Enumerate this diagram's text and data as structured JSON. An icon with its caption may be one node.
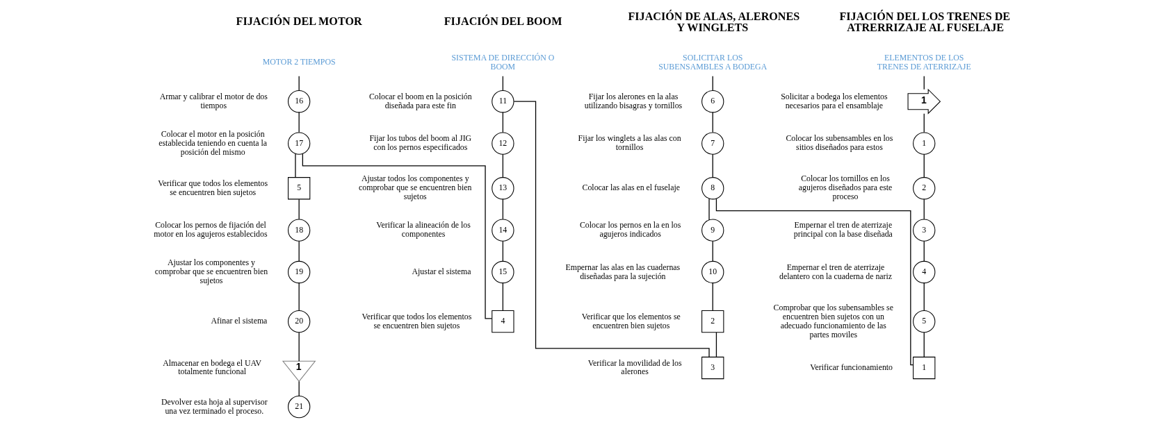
{
  "diagram": {
    "nodes": [
      {
        "text": [
          "ELEMENTOS DE LOS TRENES DE ATERRIZAJE"
        ]
      },
      {
        "text": [
          "1"
        ],
        "beside": [
          "Solicitar a bodega los elementos necesarios para el ensamblaje"
        ]
      },
      {
        "text": [
          "1"
        ],
        "beside": [
          "Colocar los subensambles en los sitios diseñados para estos"
        ]
      },
      {
        "text": [
          "2"
        ],
        "beside": [
          "Colocar los tornillos en los agujeros diseñados para este proceso"
        ]
      },
      {
        "text": [
          "3"
        ],
        "beside": [
          "Empernar el tren de aterrizaje principal con la base diseñada"
        ]
      },
      {
        "text": [
          "4"
        ],
        "beside": [
          "Empernar el tren de aterrizaje delantero con la cuaderna de nariz"
        ]
      },
      {
        "text": [
          "5"
        ],
        "beside": [
          "Comprobar que los subensambles se encuentren bien sujetos con un adecuado funcionamiento de las partes moviles"
        ]
      },
      {
        "text": [
          "1"
        ],
        "beside": [
          "Verificar funcionamiento"
        ]
      },
      {
        "text": [
          "SOLICITAR LOS SUBENSAMBLES A BODEGA"
        ]
      },
      {
        "text": [
          "6"
        ],
        "beside": [
          "Fijar los alerones en la alas utilizando bisagras y tornillos"
        ]
      },
      {
        "text": [
          "7"
        ],
        "beside": [
          "Fijar los winglets a las alas con tornillos"
        ]
      },
      {
        "text": [
          "8"
        ],
        "beside": [
          "Colocar las alas en el fuselaje"
        ]
      },
      {
        "text": [
          "9"
        ],
        "beside": [
          "Colocar los pernos en la en los agujeros indicados"
        ]
      },
      {
        "text": [
          "10"
        ],
        "beside": [
          "Empernar las alas en las cuadernas diseñadas para la sujeción"
        ]
      },
      {
        "text": [
          "2"
        ],
        "beside": [
          "Verificar que los elementos se encuentren bien sujetos"
        ]
      },
      {
        "text": [
          "3"
        ],
        "beside": [
          "Verificar la movilidad de los alerones"
        ]
      },
      {
        "text": [
          "SISTEMA DE DIRECCIÓN O BOOM"
        ]
      },
      {
        "text": [
          "11"
        ],
        "beside": [
          "Colocar el boom en la posición diseñada para este fin"
        ]
      },
      {
        "text": [
          "12"
        ],
        "beside": [
          "Fijar los tubos del boom al JIG con los pernos especificados"
        ]
      },
      {
        "text": [
          "13"
        ],
        "beside": [
          "Ajustar todos los componentes y comprobar que se encuentren bien sujetos"
        ]
      },
      {
        "text": [
          "14"
        ],
        "beside": [
          "Verificar la alineación de los componentes"
        ]
      },
      {
        "text": [
          "15"
        ],
        "beside": [
          "Ajustar el sistema"
        ]
      },
      {
        "text": [
          "4"
        ],
        "beside": [
          "Verificar que todos los elementos se encuentren bien sujetos"
        ]
      },
      {
        "text": [
          "MOTOR 2 TIEMPOS"
        ]
      },
      {
        "text": [
          "16"
        ],
        "beside": [
          "Armar y calibrar el motor de dos tiempos"
        ]
      },
      {
        "text": [
          "17"
        ],
        "beside": [
          "Colocar el motor en la posición establecida teniendo en cuenta la posición del mismo"
        ]
      },
      {
        "text": [
          "5"
        ],
        "beside": [
          "Verificar que todos los elementos se encuentren bien sujetos"
        ]
      },
      {
        "text": [
          "18"
        ],
        "beside": [
          "Colocar los pernos de fijación del motor en los agujeros establecidos"
        ]
      },
      {
        "text": [
          "19"
        ],
        "beside": [
          "Ajustar los componentes y comprobar que se encuentren bien sujetos"
        ]
      },
      {
        "text": [
          "20"
        ],
        "beside": [
          "Afinar el sistema"
        ]
      },
      {
        "text": [
          "1"
        ],
        "beside": [
          "Almacenar en bodega el UAV totalmente funcional"
        ]
      },
      {
        "text": [
          "21"
        ],
        "beside": [
          "Devolver esta hoja al supervisor una vez terminado el proceso."
        ]
      }
    ],
    "edges": [
      {
        "from": 0,
        "to": 1,
        "arrow": "none"
      },
      {
        "from": 1,
        "to": 2,
        "arrow": "none"
      },
      {
        "from": 2,
        "to": 3,
        "arrow": "none"
      },
      {
        "from": 3,
        "to": 4,
        "arrow": "none"
      },
      {
        "from": 4,
        "to": 5,
        "arrow": "none"
      },
      {
        "from": 5,
        "to": 6,
        "arrow": "none"
      },
      {
        "from": 6,
        "to": 7,
        "arrow": "none"
      },
      {
        "from": 7,
        "to": 11,
        "arrow": "none"
      },
      {
        "from": 8,
        "to": 9,
        "arrow": "none"
      },
      {
        "from": 9,
        "to": 10,
        "arrow": "none"
      },
      {
        "from": 10,
        "to": 11,
        "arrow": "none"
      },
      {
        "from": 11,
        "to": 12,
        "arrow": "none"
      },
      {
        "from": 12,
        "to": 13,
        "arrow": "none"
      },
      {
        "from": 13,
        "to": 14,
        "arrow": "none"
      },
      {
        "from": 14,
        "to": 15,
        "arrow": "none"
      },
      {
        "from": 15,
        "to": 17,
        "arrow": "none"
      },
      {
        "from": 16,
        "to": 17,
        "arrow": "none"
      },
      {
        "from": 17,
        "to": 18,
        "arrow": "none"
      },
      {
        "from": 18,
        "to": 19,
        "arrow": "none"
      },
      {
        "from": 19,
        "to": 20,
        "arrow": "none"
      },
      {
        "from": 20,
        "to": 21,
        "arrow": "none"
      },
      {
        "from": 21,
        "to": 22,
        "arrow": "none"
      },
      {
        "from": 22,
        "to": 25,
        "arrow": "none"
      },
      {
        "from": 23,
        "to": 24,
        "arrow": "none"
      },
      {
        "from": 24,
        "to": 25,
        "arrow": "none"
      },
      {
        "from": 25,
        "to": 26,
        "arrow": "none"
      },
      {
        "from": 26,
        "to": 27,
        "arrow": "none"
      },
      {
        "from": 27,
        "to": 28,
        "arrow": "none"
      },
      {
        "from": 28,
        "to": 29,
        "arrow": "none"
      },
      {
        "from": 29,
        "to": 30,
        "arrow": "none"
      },
      {
        "from": 30,
        "to": 31,
        "arrow": "none"
      }
    ],
    "labels": [
      "FIJACIÓN DEL LOS TRENES DE ATRERRIZAJE AL FUSELAJE",
      "FIJACIÓN DE ALAS, ALERONES Y WINGLETS",
      "FIJACIÓN DEL BOOM",
      "FIJACIÓN DEL MOTOR"
    ]
  }
}
